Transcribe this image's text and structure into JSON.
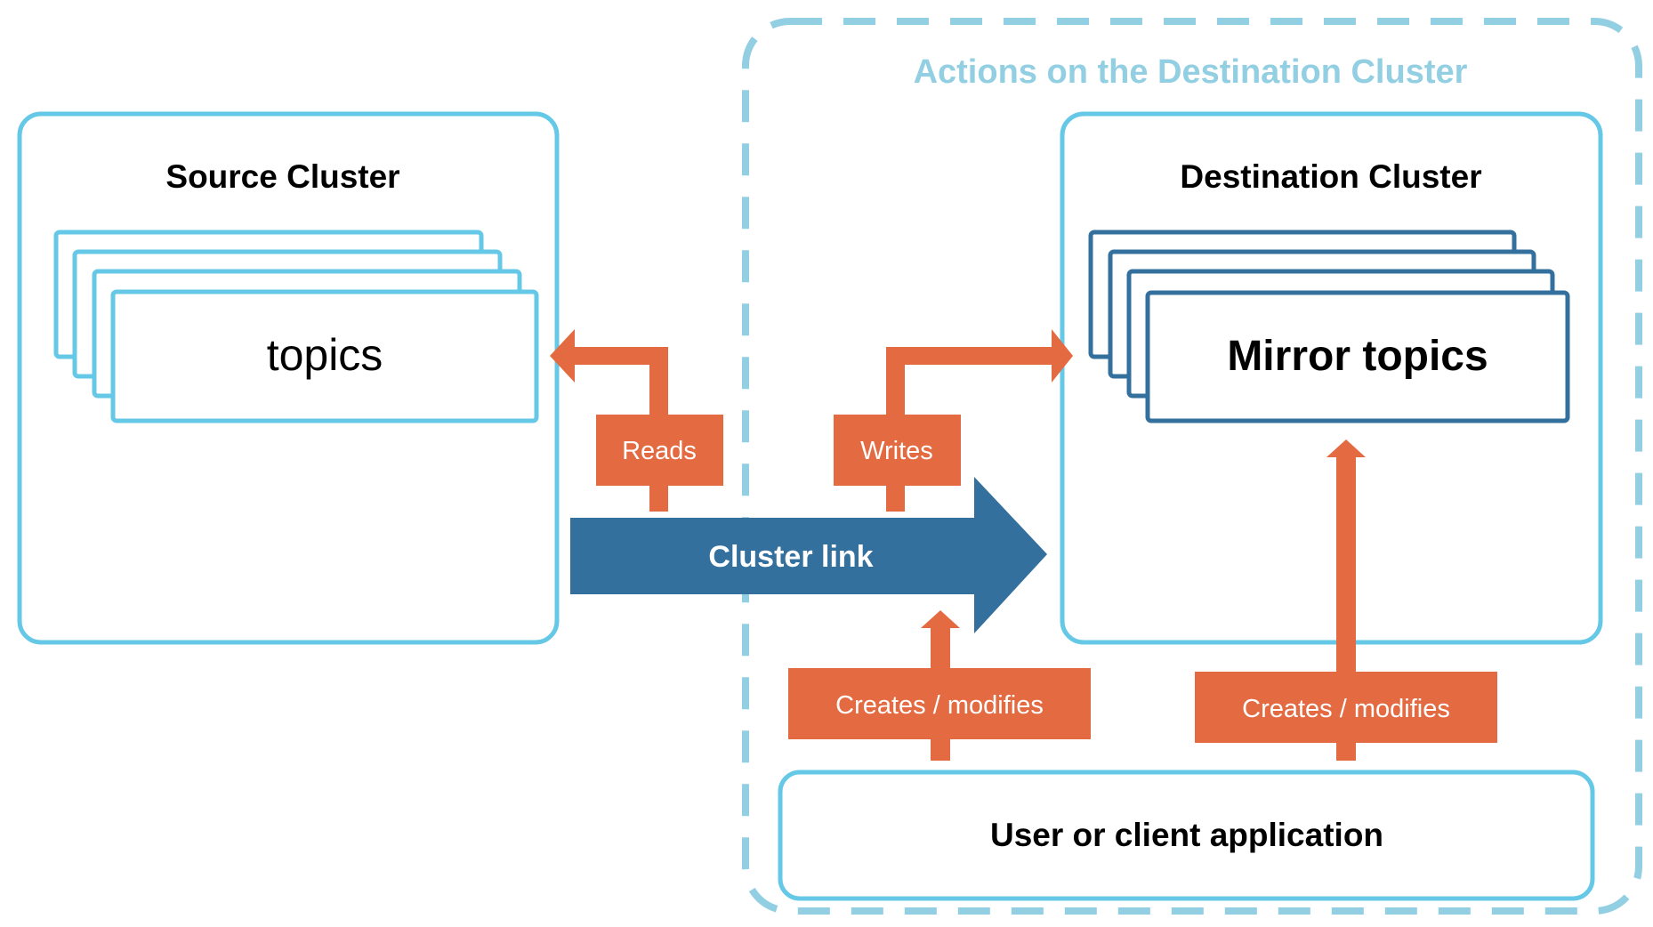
{
  "region": {
    "title": "Actions on the Destination Cluster"
  },
  "source_cluster": {
    "title": "Source Cluster",
    "stack_label": "topics"
  },
  "destination_cluster": {
    "title": "Destination Cluster",
    "stack_label": "Mirror topics"
  },
  "cluster_link": {
    "label": "Cluster link"
  },
  "arrows": {
    "reads": "Reads",
    "writes": "Writes",
    "creates_link": "Creates / modifies",
    "creates_mirror": "Creates / modifies"
  },
  "client": {
    "label": "User or client application"
  },
  "colors": {
    "light_blue": "#64c8e6",
    "dashed_blue": "#93cfe2",
    "dark_blue": "#34709e",
    "orange": "#e46a41",
    "text": "#000000",
    "white": "#ffffff"
  }
}
